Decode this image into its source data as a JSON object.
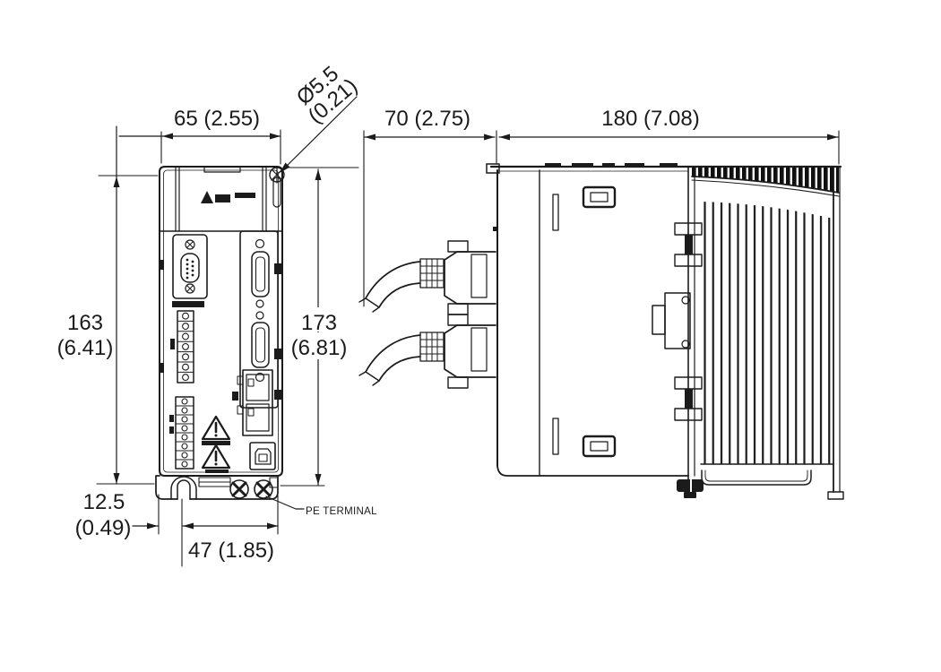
{
  "colors": {
    "ink": "#1b1b1b",
    "background": "#ffffff"
  },
  "front_view": {
    "width": "65 (2.55)",
    "mounting_hole_dia_line1": "Ø5.5",
    "mounting_hole_dia_line2": "(0.21)",
    "height_body_line1": "163",
    "height_body_line2": "(6.41)",
    "height_total_line1": "173",
    "height_total_line2": "(6.81)",
    "bottom_offset_line1": "12.5",
    "bottom_offset_line2": "(0.49)",
    "bottom_width": "47 (1.85)",
    "pe_terminal": "PE TERMINAL"
  },
  "side_view": {
    "front_clearance": "70 (2.75)",
    "depth": "180 (7.08)"
  },
  "icons": {
    "logo": "delta-logo",
    "caution": "warning-triangle",
    "ground": "pe-screw"
  }
}
